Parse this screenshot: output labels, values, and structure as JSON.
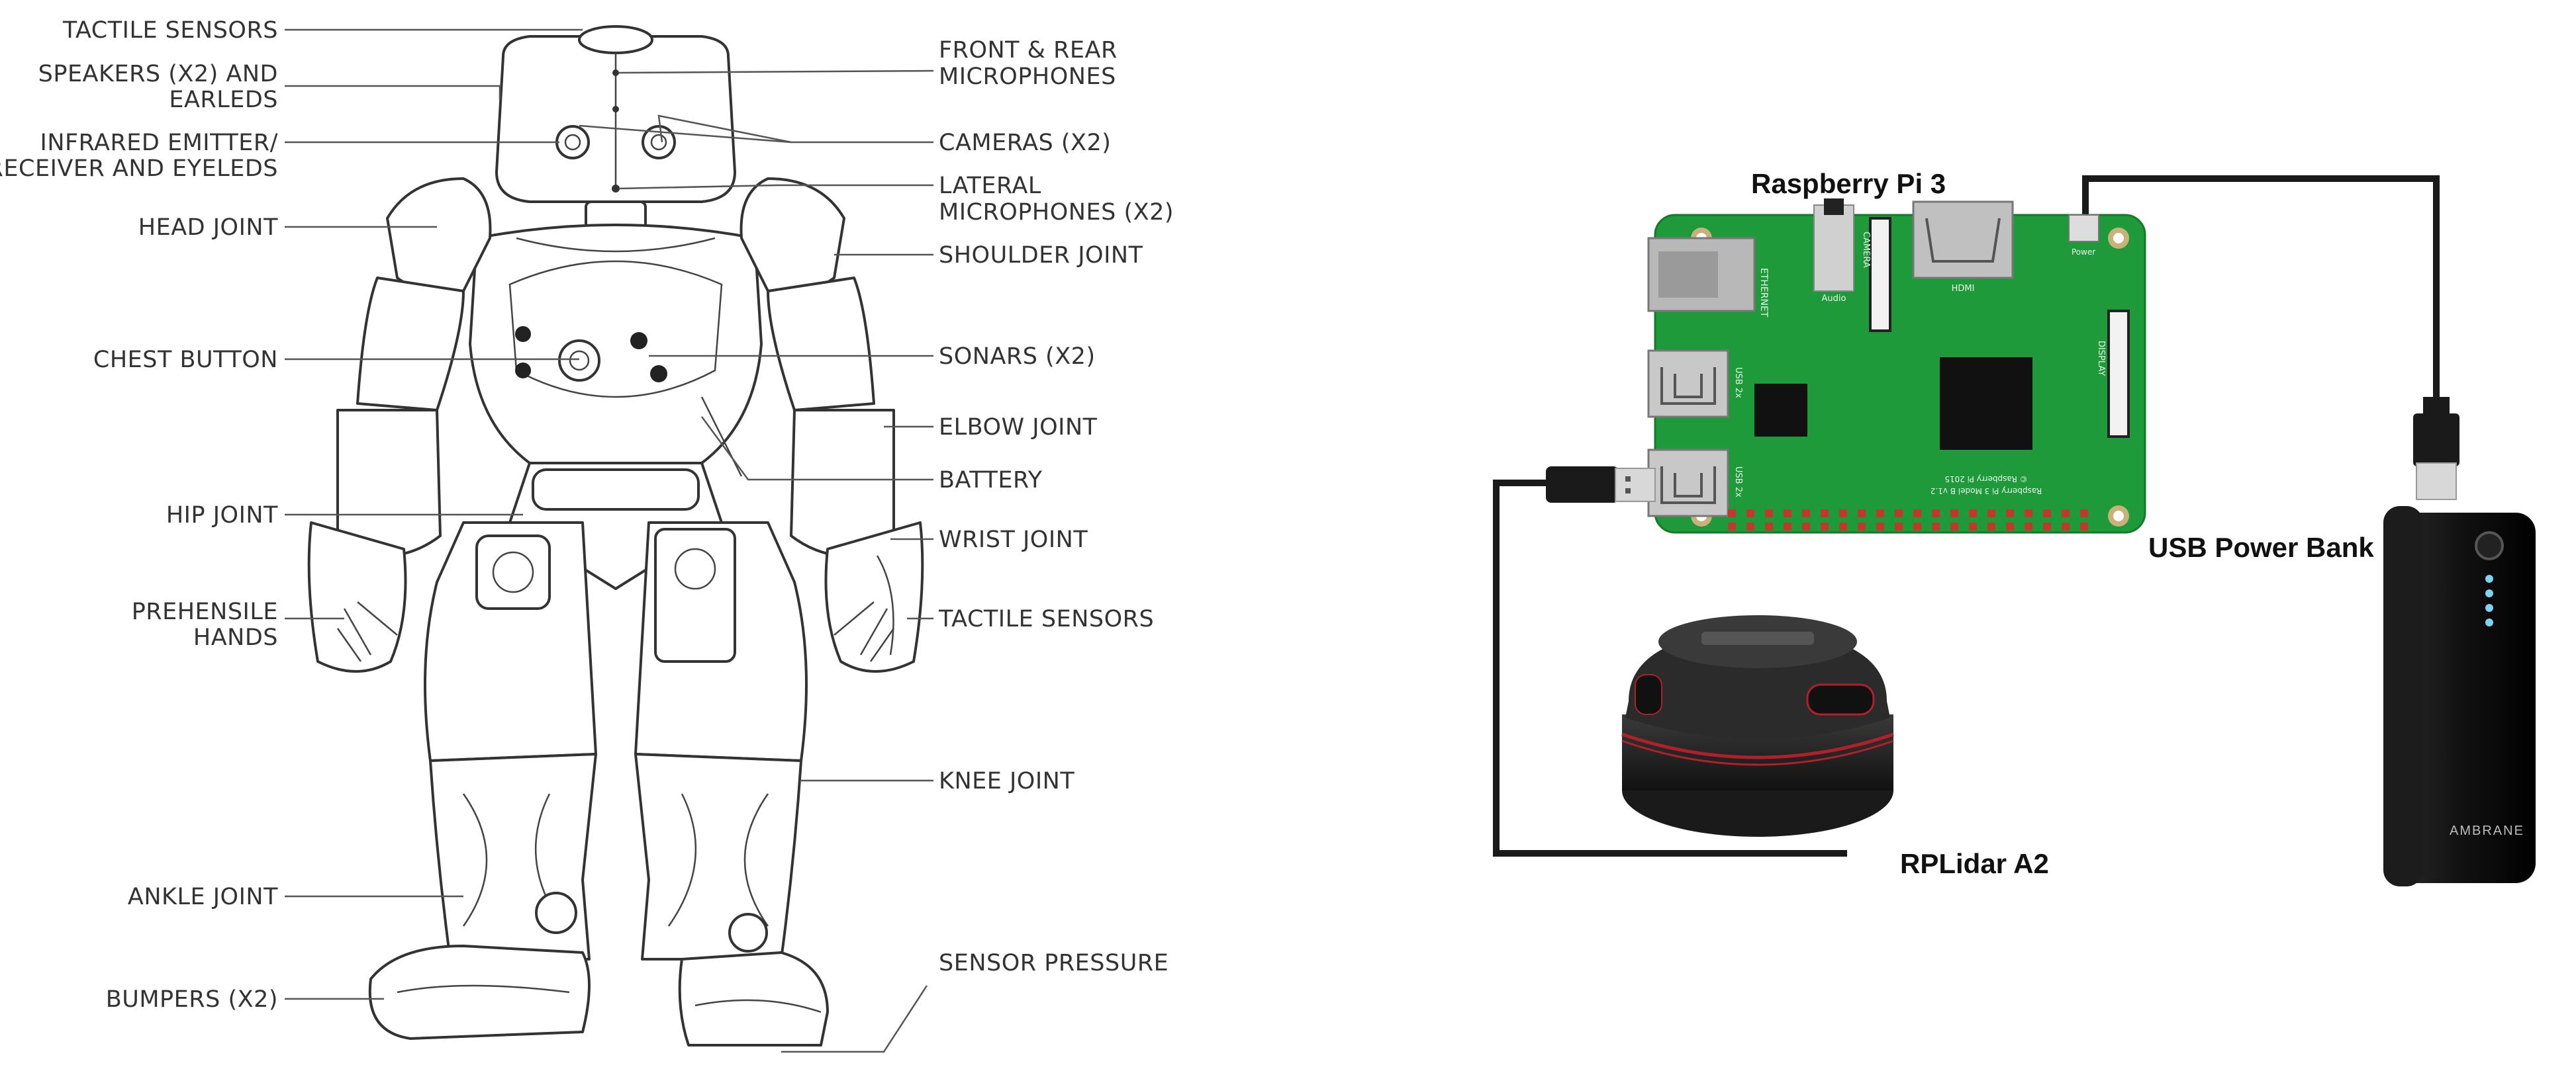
{
  "robot": {
    "labels": {
      "tactile_sensors_head": "TACTILE SENSORS",
      "speakers_1": "SPEAKERS (X2) AND",
      "speakers_2": "EARLEDS",
      "infrared_1": "INFRARED EMITTER/",
      "infrared_2": "RECEIVER AND EYELEDS",
      "head_joint": "HEAD JOINT",
      "chest_button": "CHEST BUTTON",
      "hip_joint": "HIP JOINT",
      "prehensile_1": "PREHENSILE",
      "prehensile_2": "HANDS",
      "ankle_joint": "ANKLE JOINT",
      "bumpers": "BUMPERS (X2)",
      "front_rear_1": "FRONT & REAR",
      "front_rear_2": "MICROPHONES",
      "cameras": "CAMERAS (X2)",
      "lateral_1": "LATERAL",
      "lateral_2": "MICROPHONES (X2)",
      "shoulder_joint": "SHOULDER JOINT",
      "sonars": "SONARS (X2)",
      "elbow_joint": "ELBOW JOINT",
      "battery": "BATTERY",
      "wrist_joint": "WRIST JOINT",
      "tactile_sensors_hand": "TACTILE SENSORS",
      "knee_joint": "KNEE JOINT",
      "sensor_pressure": "SENSOR PRESSURE"
    }
  },
  "hardware": {
    "raspberry_pi": "Raspberry Pi 3",
    "power_bank": "USB Power Bank",
    "rplidar": "RPLidar A2",
    "board_text": {
      "ethernet": "ETHERNET",
      "audio": "Audio",
      "camera": "CAMERA",
      "hdmi": "HDMI",
      "power": "Power",
      "usb1": "USB 2x",
      "usb2": "USB 2x",
      "display": "DISPLAY",
      "model": "Raspberry Pi 3 Model B v1.2",
      "copyright": "© Raspberry Pi 2015"
    },
    "bank_brand": "AMBRANE",
    "colors": {
      "board": "#1f9a3a",
      "cable": "#1a1a1a",
      "lidar_ring": "#b0202a",
      "bank_led": "#7fd3f2"
    }
  }
}
